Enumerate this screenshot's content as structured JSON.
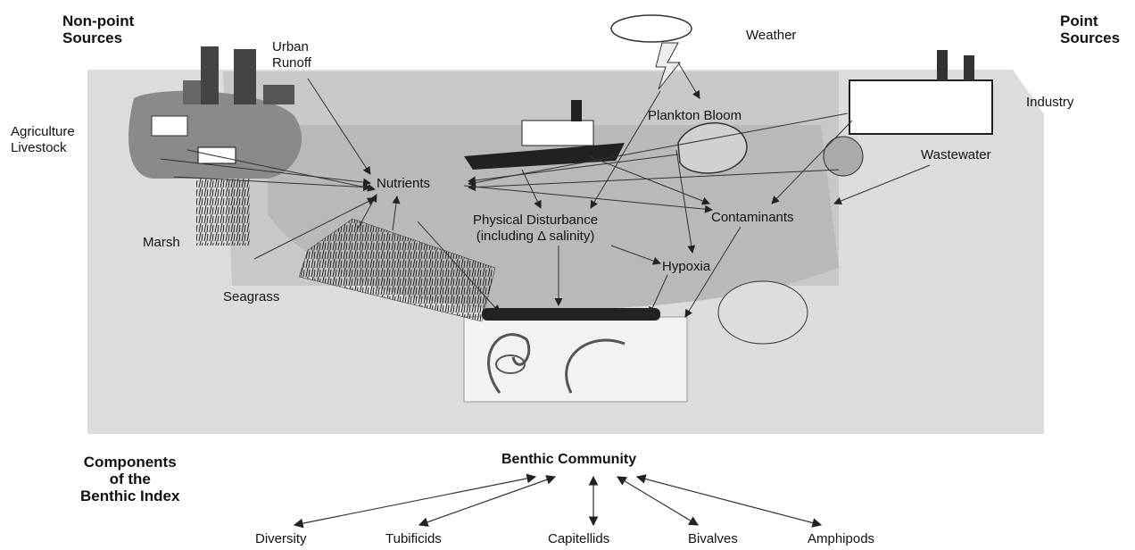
{
  "corner_labels": {
    "nonpoint": [
      "Non-point",
      "Sources"
    ],
    "point": [
      "Point",
      "Sources"
    ]
  },
  "sources": {
    "urban_runoff": [
      "Urban",
      "Runoff"
    ],
    "agriculture": [
      "Agriculture",
      "Livestock"
    ],
    "marsh": "Marsh",
    "seagrass": "Seagrass",
    "weather": "Weather",
    "industry": "Industry",
    "wastewater": "Wastewater"
  },
  "processes": {
    "plankton_bloom": "Plankton Bloom",
    "nutrients": "Nutrients",
    "physical_disturbance": [
      "Physical Disturbance",
      "(including Δ salinity)"
    ],
    "contaminants": "Contaminants",
    "hypoxia": "Hypoxia"
  },
  "benthic": {
    "components_title": [
      "Components",
      "of the",
      "Benthic Index"
    ],
    "community": "Benthic Community",
    "metrics": [
      "Diversity",
      "Tubificids",
      "Capitellids",
      "Bivalves",
      "Amphipods"
    ]
  },
  "colors": {
    "water_top": "#c8c8c8",
    "water_bottom": "#b3b3b3",
    "box": "#dcdcdc",
    "land": "#8a8a8a",
    "text": "#111111"
  }
}
